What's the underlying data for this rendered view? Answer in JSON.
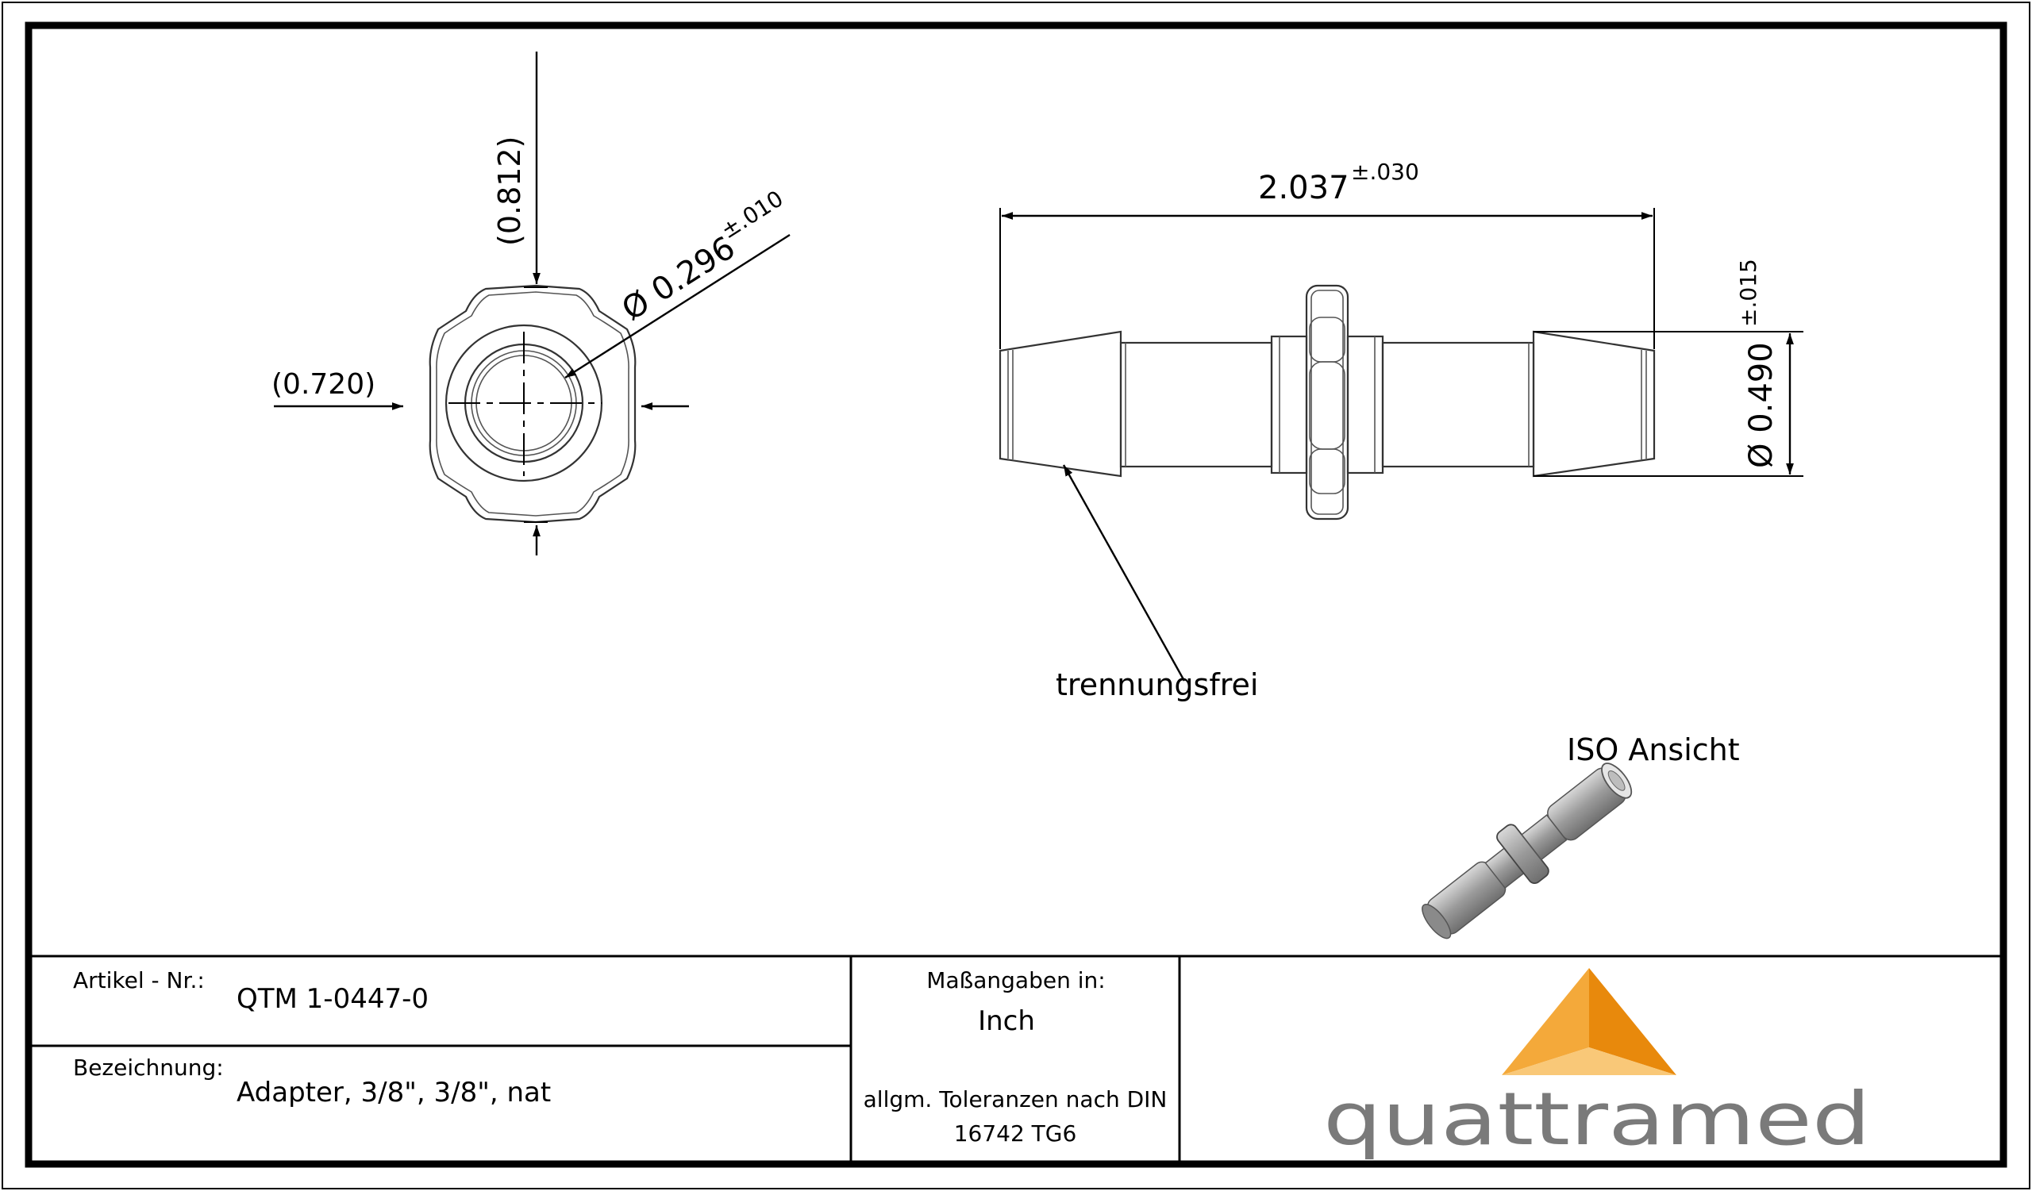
{
  "drawing": {
    "front_view": {
      "dim_height": "(0.812)",
      "dim_width": "(0.720)",
      "dim_bore": "Ø  0.296",
      "dim_bore_tol": "±.010"
    },
    "side_view": {
      "dim_length": "2.037",
      "dim_length_tol": "±.030",
      "dim_diameter": "Ø  0.490",
      "dim_diameter_tol": "±.015",
      "note": "trennungsfrei"
    },
    "iso_label": "ISO Ansicht"
  },
  "title_block": {
    "article_label": "Artikel - Nr.:",
    "article_value": "QTM 1-0447-0",
    "designation_label": "Bezeichnung:",
    "designation_value": "Adapter, 3/8\", 3/8\", nat",
    "units_label": "Maßangaben in:",
    "units_value": "Inch",
    "tolerance_line1": "allgm. Toleranzen nach DIN",
    "tolerance_line2": "16742 TG6",
    "logo_text": "quattramed",
    "logo_colors": {
      "dark": "#e8890c",
      "mid": "#f4a93a",
      "light": "#f9c878"
    }
  }
}
